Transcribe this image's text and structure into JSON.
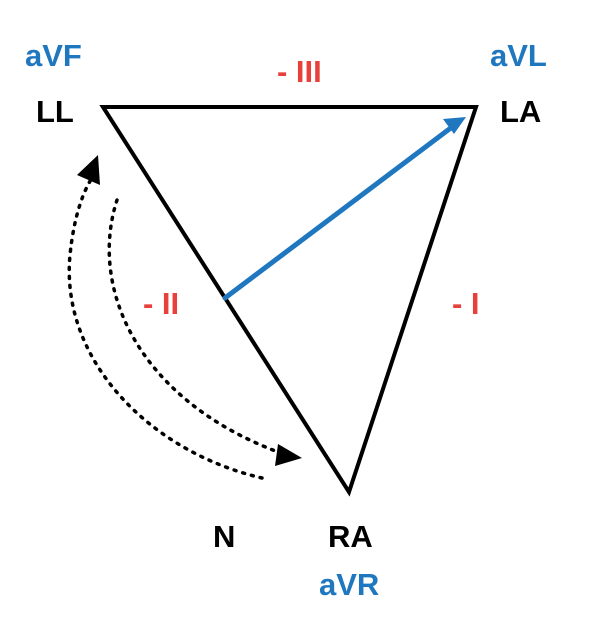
{
  "colors": {
    "black": "#000000",
    "blue": "#1f77c0",
    "red": "#e8413c"
  },
  "nodes": {
    "ll": {
      "lead": "LL",
      "augmented": "aVF"
    },
    "la": {
      "lead": "LA",
      "augmented": "aVL"
    },
    "ra": {
      "lead": "RA",
      "augmented": "aVR"
    },
    "n": {
      "lead": "N"
    }
  },
  "edges": {
    "top": "- III",
    "left": "- II",
    "right": "- I"
  }
}
